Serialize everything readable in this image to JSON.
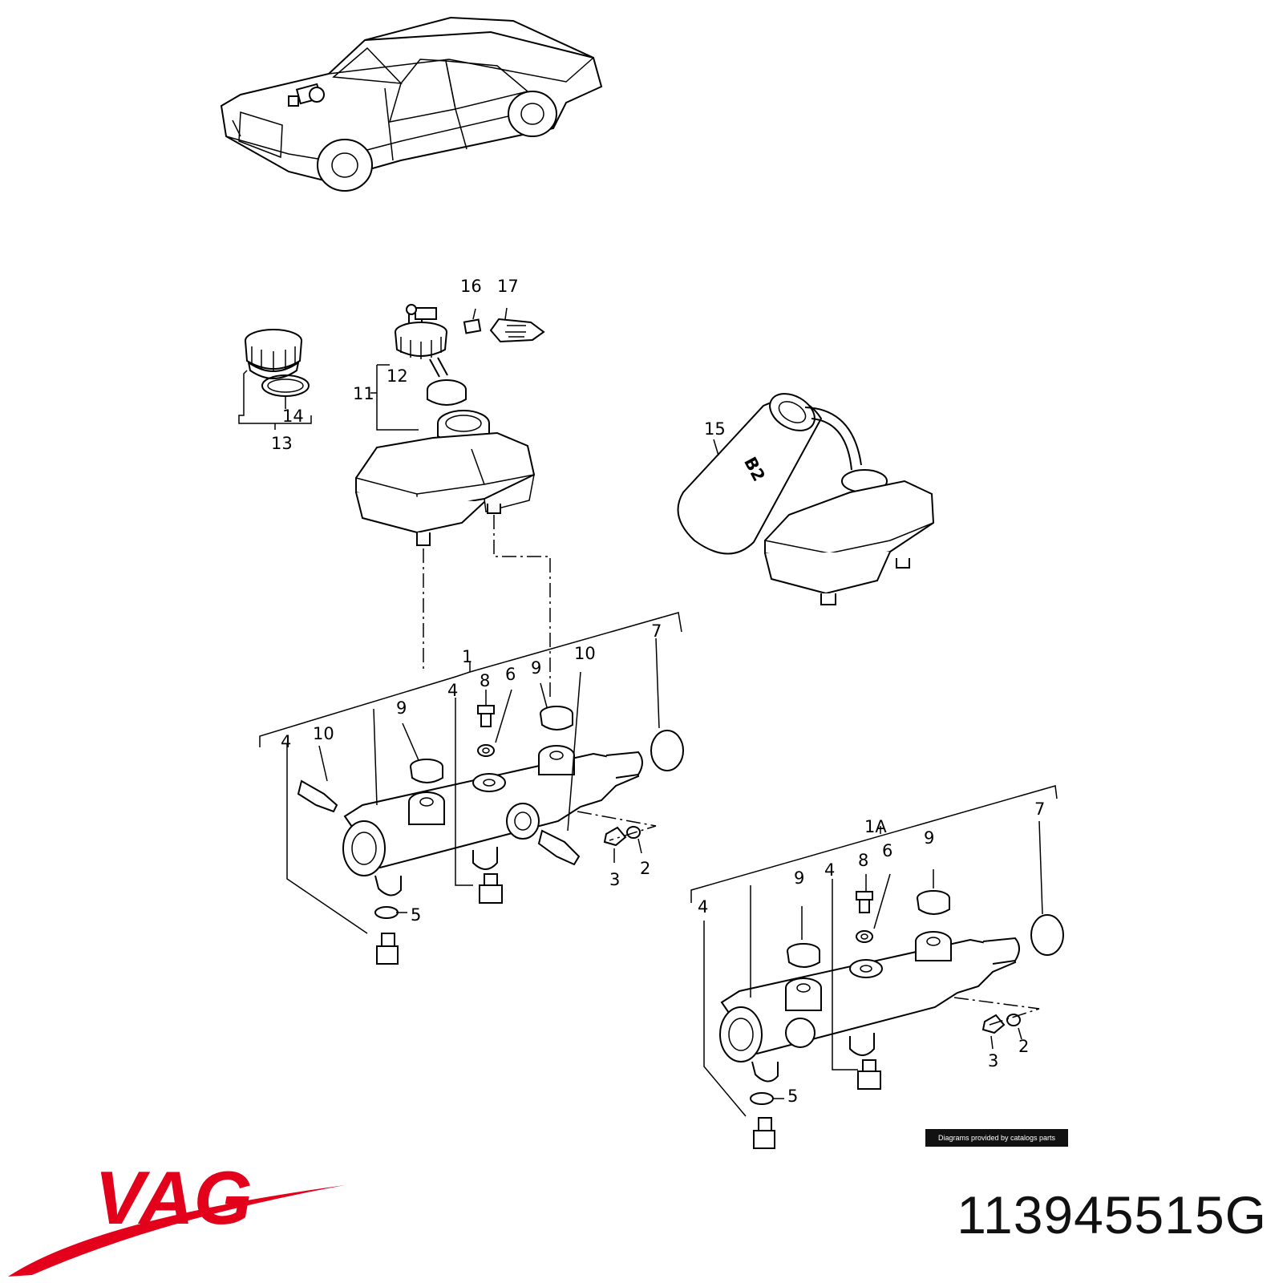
{
  "brand": {
    "name": "VAG",
    "color": "#e2001a"
  },
  "part_number": "113945515G",
  "credit": "Diagrams provided by catalogs parts",
  "callouts": {
    "n1": "1",
    "n1a": "1A",
    "n2": "2",
    "n3": "3",
    "n4": "4",
    "n5": "5",
    "n6": "6",
    "n7": "7",
    "n8": "8",
    "n9": "9",
    "n10": "10",
    "n11": "11",
    "n12": "12",
    "n13": "13",
    "n14": "14",
    "n15": "15",
    "n16": "16",
    "n17": "17"
  },
  "bottle_marking": "B2"
}
